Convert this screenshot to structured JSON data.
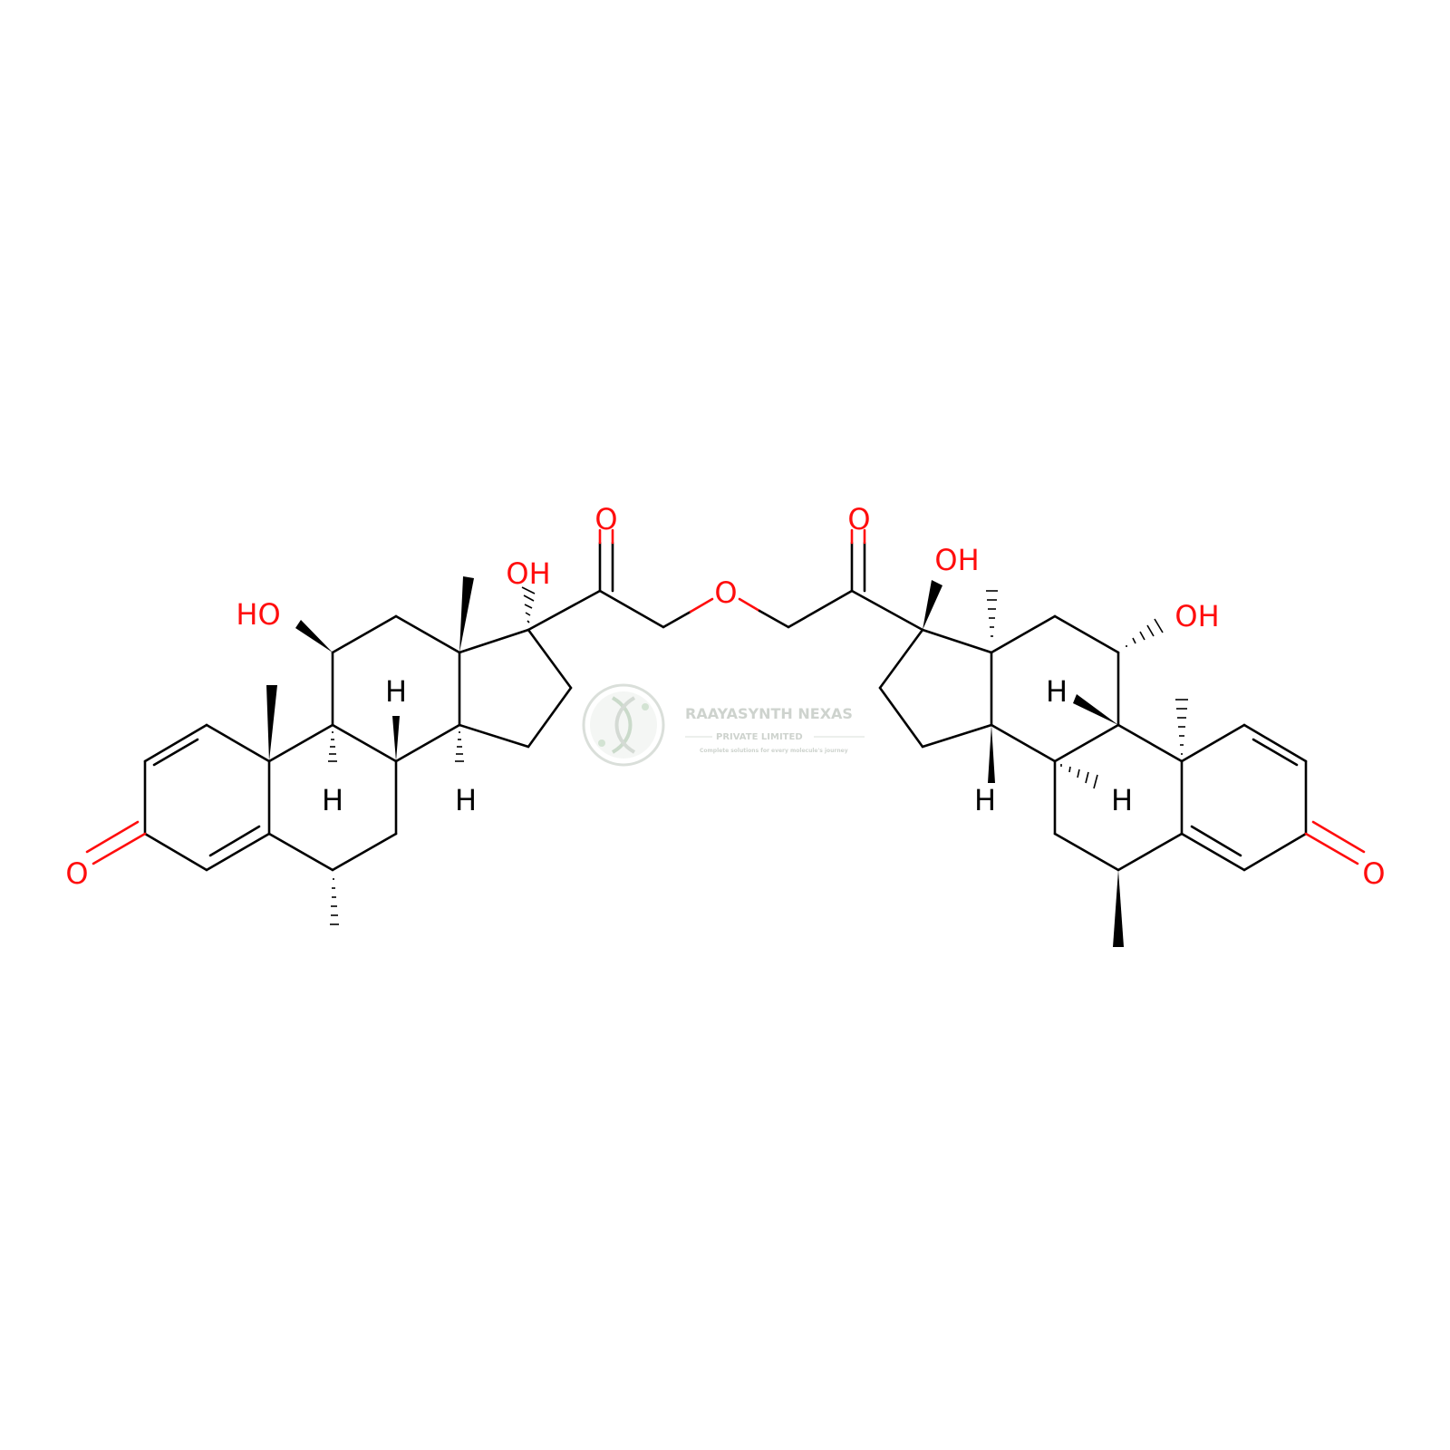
{
  "labels": {
    "oh": "OH",
    "ho": "HO",
    "o": "O",
    "h": "H"
  },
  "watermark": {
    "title": "RAAYASYNTH NEXAS",
    "subtitle": "PRIVATE LIMITED",
    "tagline": "Complete solutions for every molecule's journey",
    "logo_icon": "dna-helix-icon"
  },
  "colors": {
    "bond": "#000000",
    "oxygen": "#ff0d0d",
    "watermark": "#c9cfc9"
  }
}
